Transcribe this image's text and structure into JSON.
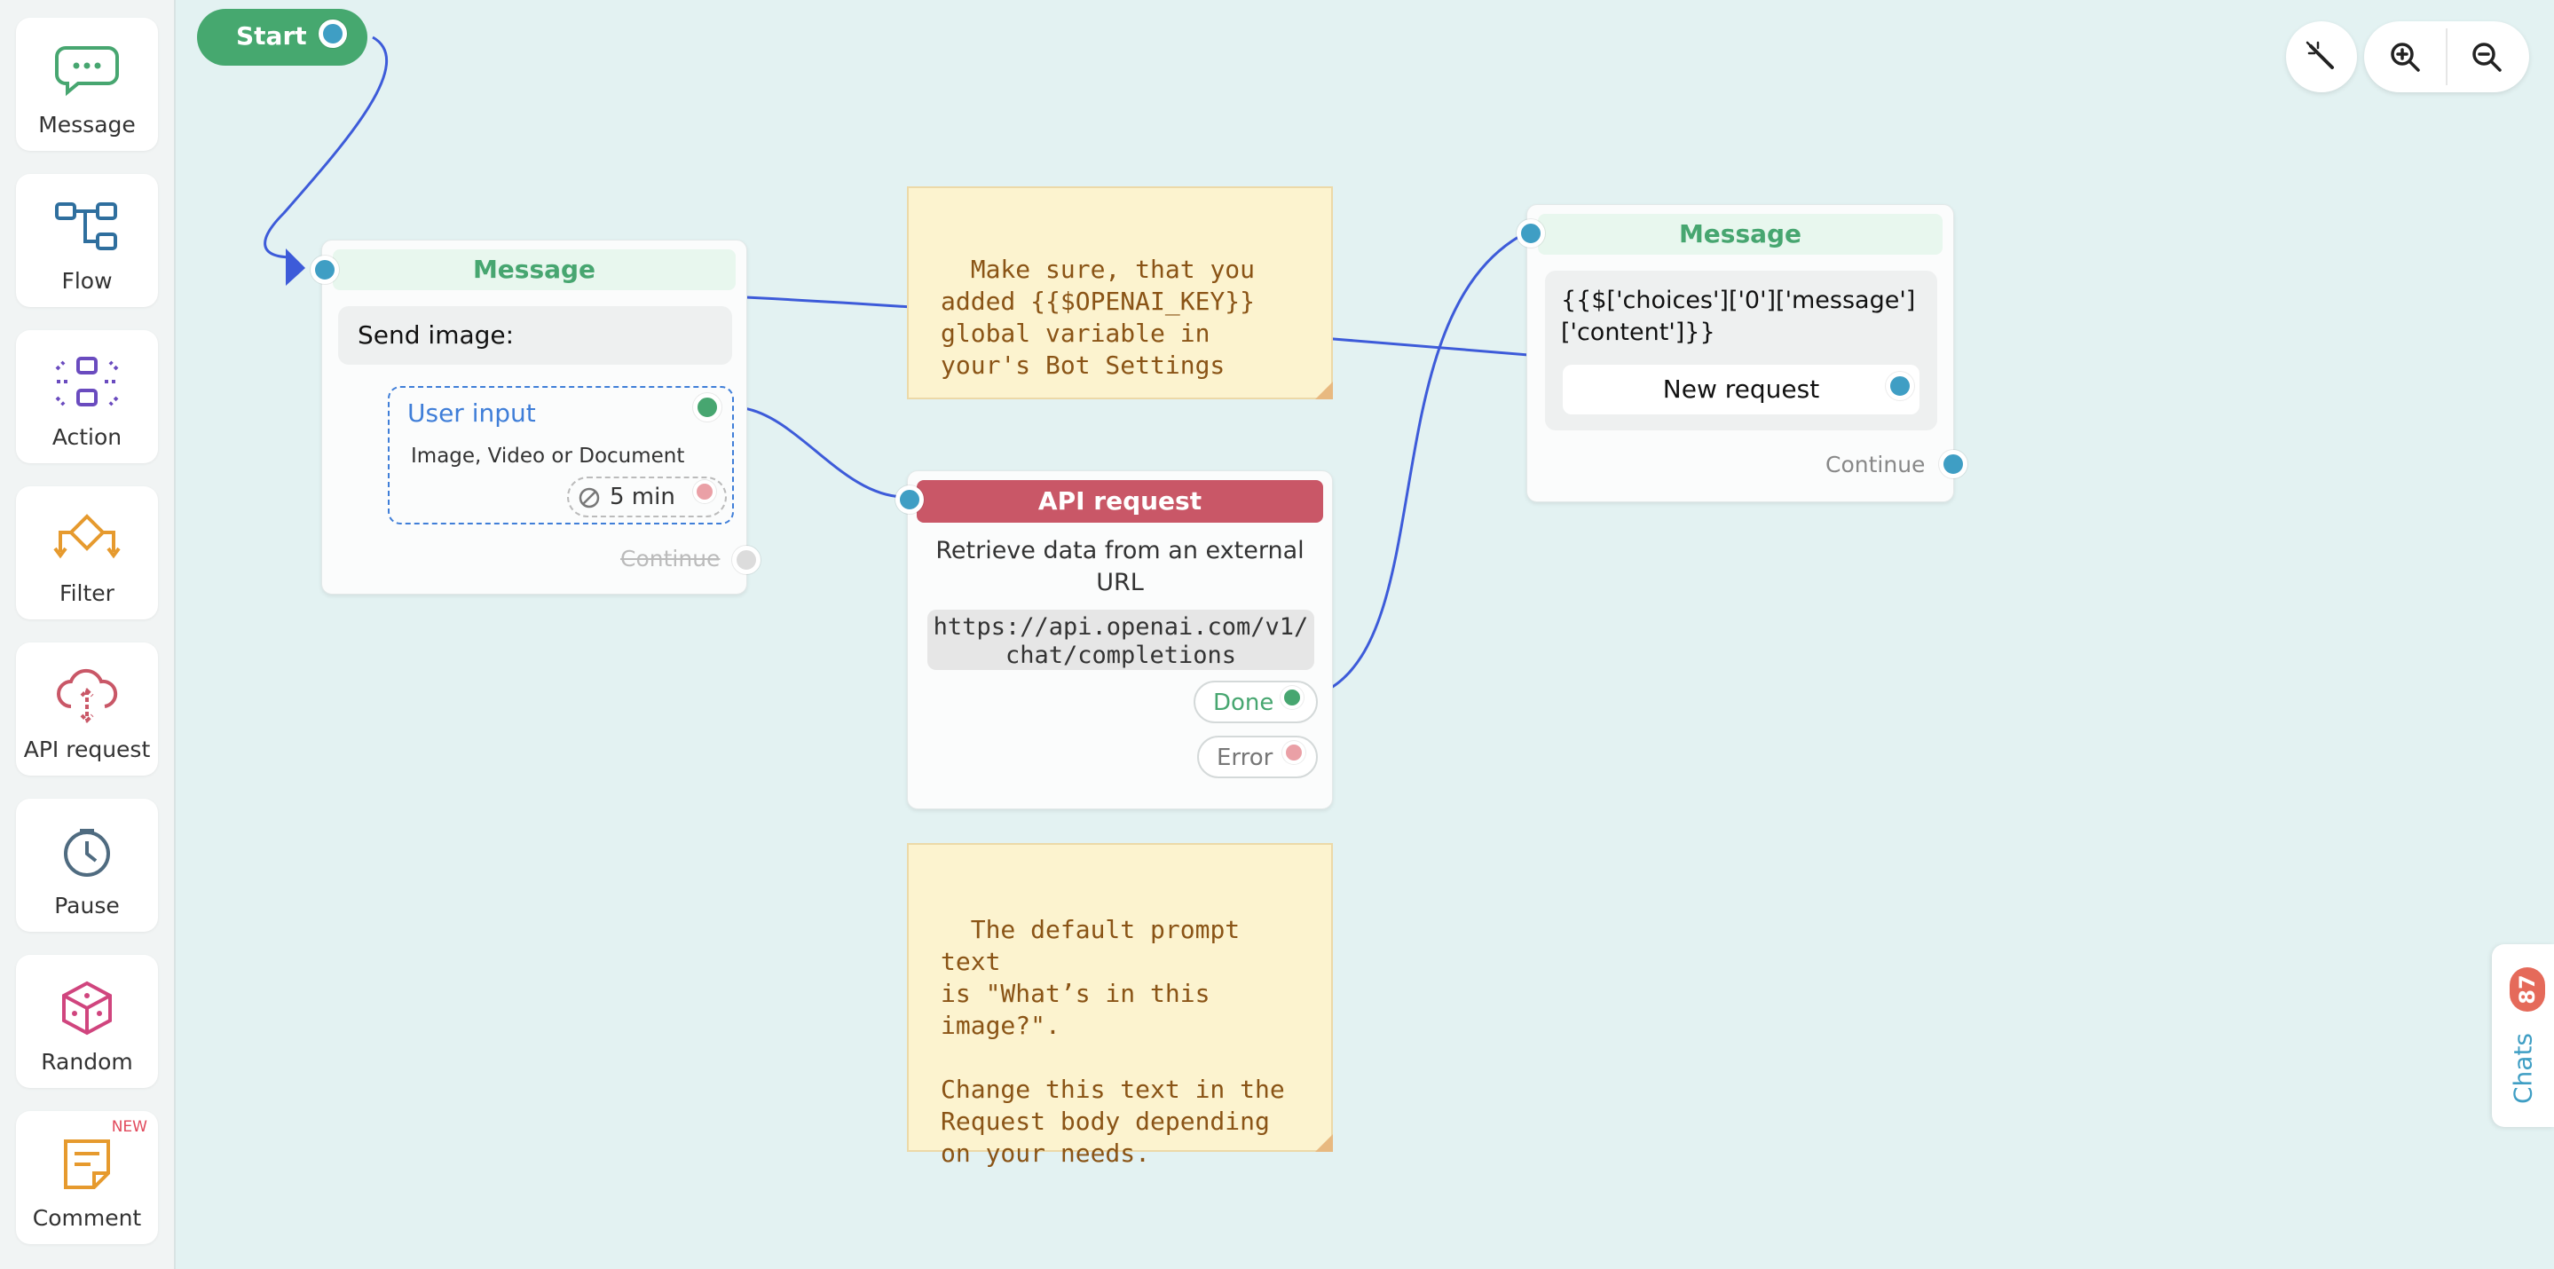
{
  "sidebar": {
    "items": [
      {
        "label": "Message",
        "icon": "message-icon"
      },
      {
        "label": "Flow",
        "icon": "flow-icon"
      },
      {
        "label": "Action",
        "icon": "action-icon"
      },
      {
        "label": "Filter",
        "icon": "filter-icon"
      },
      {
        "label": "API request",
        "icon": "api-request-icon"
      },
      {
        "label": "Pause",
        "icon": "pause-icon"
      },
      {
        "label": "Random",
        "icon": "random-icon"
      },
      {
        "label": "Comment",
        "icon": "comment-icon",
        "badge": "NEW"
      }
    ]
  },
  "start": {
    "label": "Start"
  },
  "node_message_1": {
    "title": "Message",
    "text": "Send image:",
    "user_input": {
      "label": "User input",
      "types": "Image, Video or Document",
      "timeout": "5 min"
    },
    "continue_label": "Continue"
  },
  "note_1": {
    "text": "Make sure, that you\nadded {{$OPENAI_KEY}}\nglobal variable in\nyour's Bot Settings"
  },
  "node_api": {
    "title": "API request",
    "description": "Retrieve data from an external URL",
    "url": "https://api.openai.com/v1/chat/completions",
    "done_label": "Done",
    "error_label": "Error"
  },
  "node_message_2": {
    "title": "Message",
    "text": "{{$['choices']['0']['message']['content']}}",
    "button_label": "New request",
    "continue_label": "Continue"
  },
  "note_2": {
    "text": "The default prompt text\nis \"What’s in this\nimage?\".\n\nChange this text in the\nRequest body depending\non your needs."
  },
  "chats": {
    "label": "Chats",
    "count": "87"
  },
  "colors": {
    "canvas": "#e3f2f2",
    "start_green": "#46a86f",
    "message_green": "#47a670",
    "api_red": "#c95767",
    "wire_blue": "#3d5bd9",
    "port_blue": "#3f9ec4"
  },
  "zoom_controls": [
    "magic-wand-icon",
    "zoom-in-icon",
    "zoom-out-icon"
  ]
}
